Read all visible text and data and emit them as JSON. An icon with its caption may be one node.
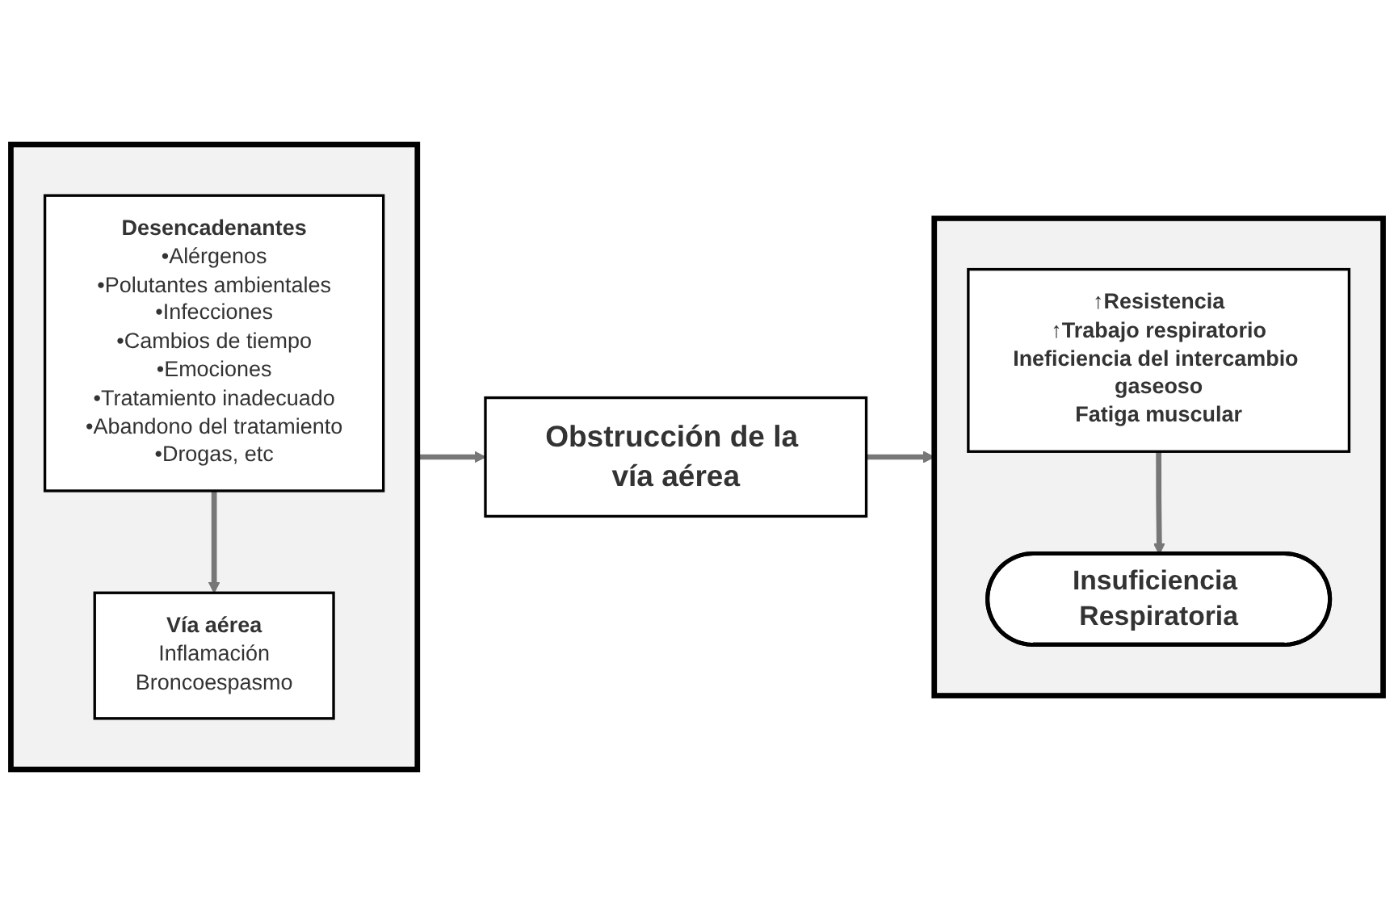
{
  "diagram": {
    "nodes": [
      {
        "text": [],
        "shape": "box"
      },
      {
        "text": [
          "Desencadenantes",
          "•Alérgenos",
          "•Polutantes ambientales",
          "•Infecciones",
          "•Cambios de tiempo",
          "•Emociones",
          "•Tratamiento inadecuado",
          "•Abandono del tratamiento",
          "•Drogas, etc"
        ],
        "in": 0
      },
      {
        "text": [
          "Vía aérea",
          "Inflamación",
          "Broncoespasmo"
        ],
        "in": 0
      },
      {
        "text": [
          "Obstrucción de la vía aérea"
        ]
      },
      {
        "text": [],
        "shape": "box"
      },
      {
        "text": [
          "↑Resistencia",
          "↑Trabajo respiratorio",
          "Ineficiencia del intercambio gaseoso",
          "Fatiga muscular"
        ],
        "in": 4
      },
      {
        "text": [
          "Insuficiencia Respiratoria"
        ],
        "in": 4
      }
    ],
    "edges": [
      {
        "from": 1,
        "to": 2,
        "arrow": "to"
      },
      {
        "from": 0,
        "to": 3,
        "arrow": "to"
      },
      {
        "from": 3,
        "to": 4,
        "arrow": "to"
      },
      {
        "from": 5,
        "to": 6,
        "arrow": "to"
      }
    ]
  }
}
